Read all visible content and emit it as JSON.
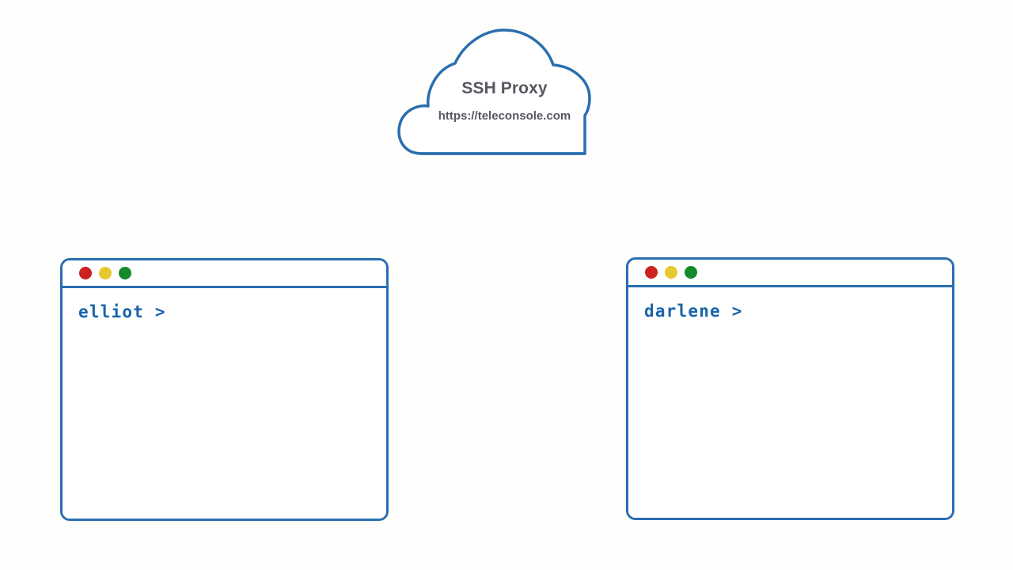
{
  "background_color": "#fefefc",
  "accent_color": "#2a6eb0",
  "prompt_color": "#1864ab",
  "text_color": "#55595f",
  "cloud": {
    "name": "ssh-proxy-cloud",
    "title": "SSH Proxy",
    "url": "https://teleconsole.com",
    "stroke_color": "#2a6eb0"
  },
  "terminals": [
    {
      "id": "left",
      "user": "elliot",
      "prompt": "elliot >",
      "buttons": [
        {
          "name": "close-button",
          "color": "#cc2222"
        },
        {
          "name": "minimize-button",
          "color": "#e6c92f"
        },
        {
          "name": "maximize-button",
          "color": "#148a2b"
        }
      ]
    },
    {
      "id": "right",
      "user": "darlene",
      "prompt": "darlene >",
      "buttons": [
        {
          "name": "close-button",
          "color": "#cc2222"
        },
        {
          "name": "minimize-button",
          "color": "#e6c92f"
        },
        {
          "name": "maximize-button",
          "color": "#148a2b"
        }
      ]
    }
  ]
}
